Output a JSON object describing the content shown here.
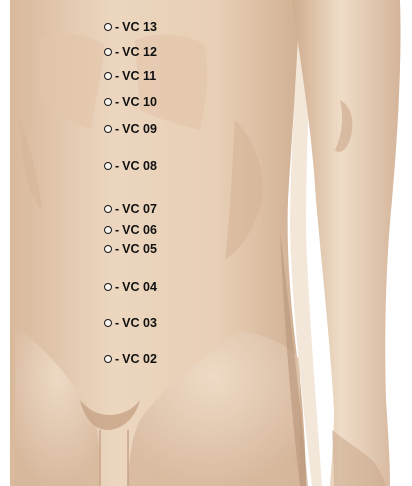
{
  "points": [
    {
      "label": "VC 13"
    },
    {
      "label": "VC 12"
    },
    {
      "label": "VC 11"
    },
    {
      "label": "VC 10"
    },
    {
      "label": "VC 09"
    },
    {
      "label": "VC 08"
    },
    {
      "label": "VC 07"
    },
    {
      "label": "VC 06"
    },
    {
      "label": "VC 05"
    },
    {
      "label": "VC 04"
    },
    {
      "label": "VC 03"
    },
    {
      "label": "VC 02"
    }
  ],
  "colors": {
    "skin": "#e9d1b8",
    "skin_shadow": "#c9a88c",
    "background": "#ffffff",
    "label": "#111111"
  }
}
